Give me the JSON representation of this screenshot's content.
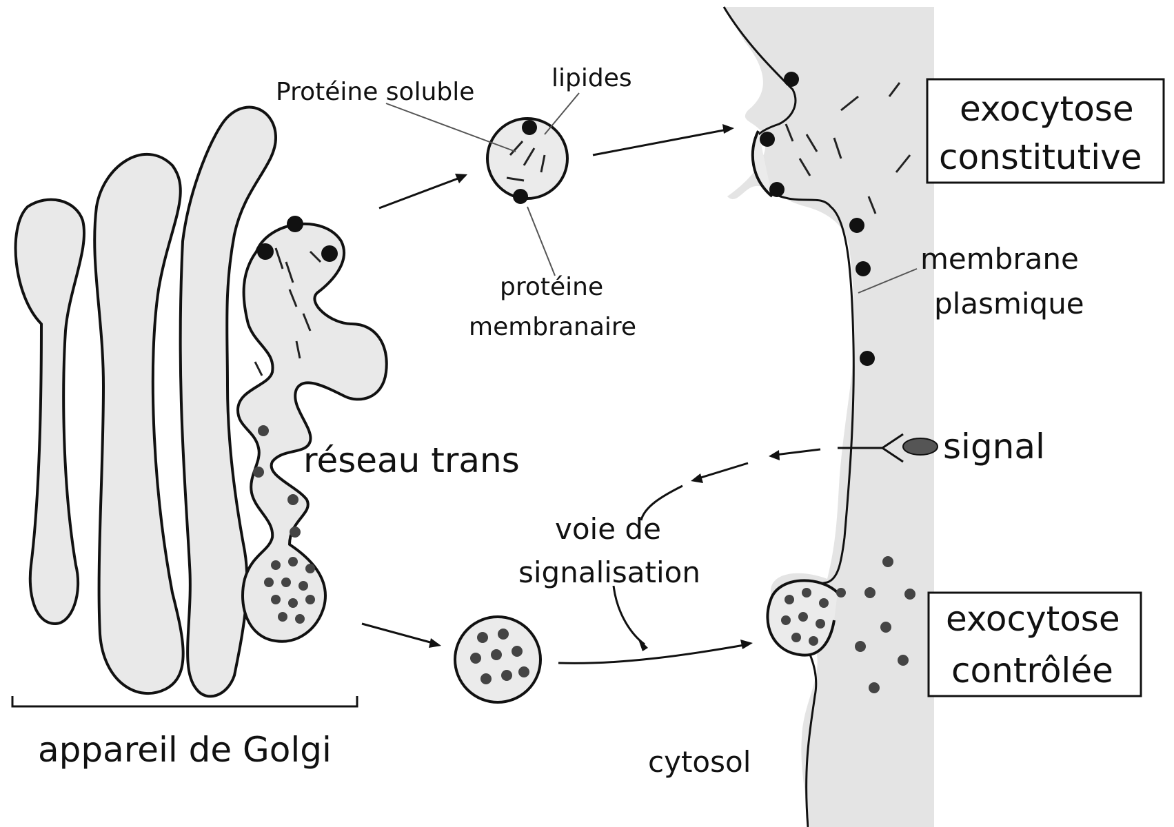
{
  "labels": {
    "proteine_soluble": "Protéine soluble",
    "lipides": "lipides",
    "proteine_membranaire_1": "protéine",
    "proteine_membranaire_2": "membranaire",
    "exocytose_constitutive_1": "exocytose",
    "exocytose_constitutive_2": "constitutive",
    "membrane_plasmique_1": "membrane",
    "membrane_plasmique_2": "plasmique",
    "signal": "signal",
    "reseau_trans": "réseau trans",
    "voie_signalisation_1": "voie de",
    "voie_signalisation_2": "signalisation",
    "exocytose_controlee_1": "exocytose",
    "exocytose_controlee_2": "contrôlée",
    "appareil_golgi": "appareil de Golgi",
    "cytosol": "cytosol"
  },
  "colors": {
    "organelle_fill": "#e9e9e9",
    "extracellular_fill": "#e4e4e4",
    "outline": "#111111",
    "granule": "#444444"
  }
}
